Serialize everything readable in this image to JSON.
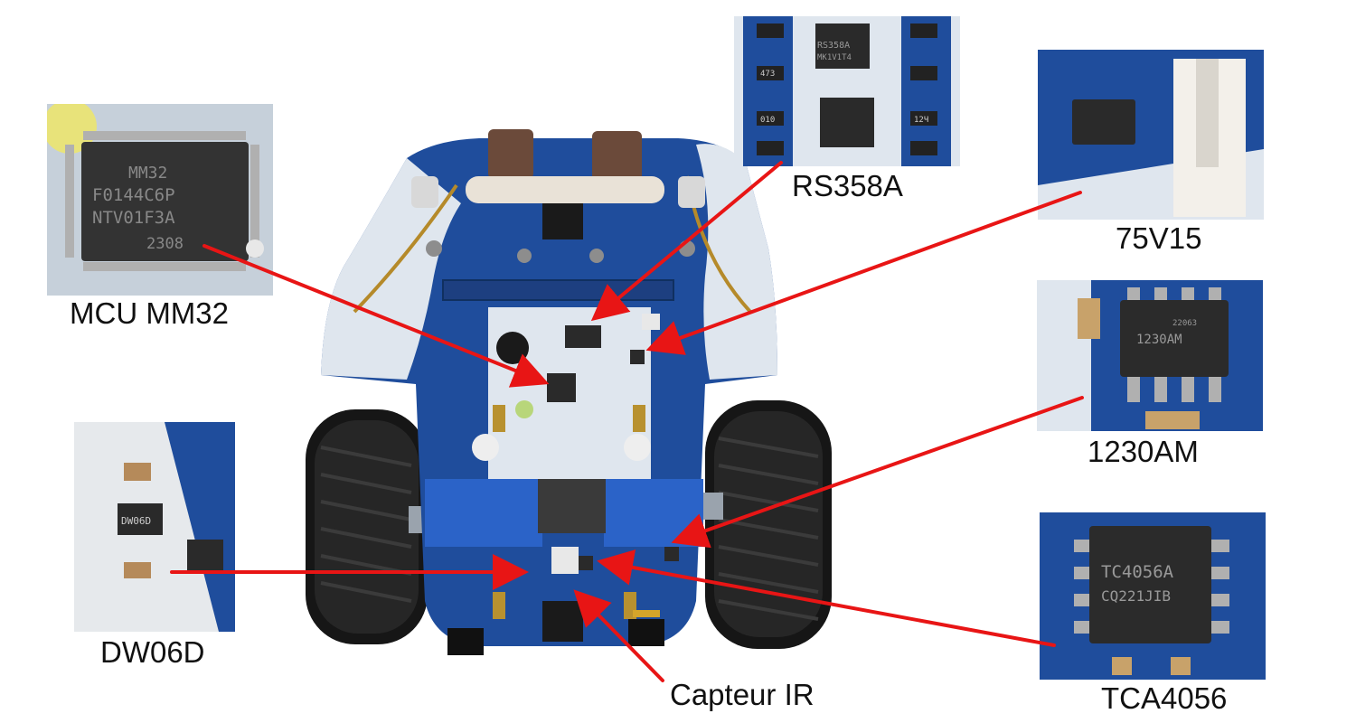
{
  "labels": {
    "rs358a": "RS358A",
    "v7515": "75V15",
    "mcu": "MCU MM32",
    "am1230": "1230AM",
    "dw06d": "DW06D",
    "tca4056": "TCA4056",
    "capteur": "Capteur IR"
  },
  "chip_markings": {
    "mcu_line1": "MM32",
    "mcu_line2": "F0144C6P",
    "mcu_line3": "NTV01F3A",
    "mcu_line4": "2308",
    "rs358a_line1": "RS358A",
    "rs358a_line2": "MK1V1T4",
    "tca_line1": "TC4056A",
    "tca_line2": "CQ221JIB",
    "am_line1": "1230AM",
    "am_line2": "22063",
    "dw_line1": "DW06D",
    "r473": "473",
    "r010": "010",
    "r12": "12Ч"
  },
  "colors": {
    "arrow": "#e81515",
    "board_blue": "#1f4d9c",
    "board_white": "#dfe6ee",
    "tire": "#1b1b1b",
    "chip": "#2a2a2a",
    "motor_blue": "#2b63c8"
  }
}
